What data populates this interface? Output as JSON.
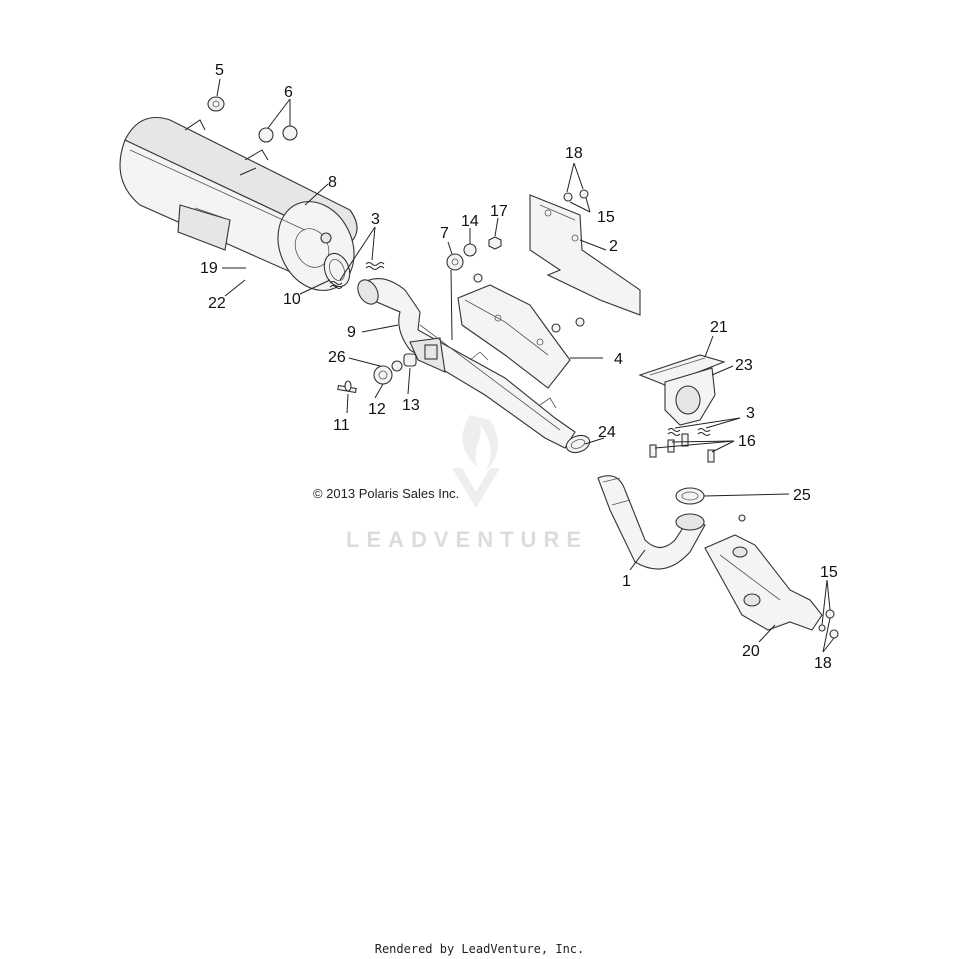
{
  "copyright": "© 2013 Polaris Sales Inc.",
  "watermark": "LEADVENTURE",
  "footer": "Rendered by LeadVenture, Inc.",
  "muffler_label": "",
  "callouts": [
    "5",
    "6",
    "8",
    "3",
    "19",
    "22",
    "10",
    "9",
    "26",
    "12",
    "11",
    "13",
    "7",
    "14",
    "17",
    "18",
    "15",
    "2",
    "4",
    "21",
    "23",
    "3",
    "24",
    "16",
    "25",
    "1",
    "20",
    "15",
    "18"
  ],
  "colors": {
    "line": "#222222",
    "part_fill": "#f4f4f4",
    "watermark": "#dcdcdc"
  }
}
